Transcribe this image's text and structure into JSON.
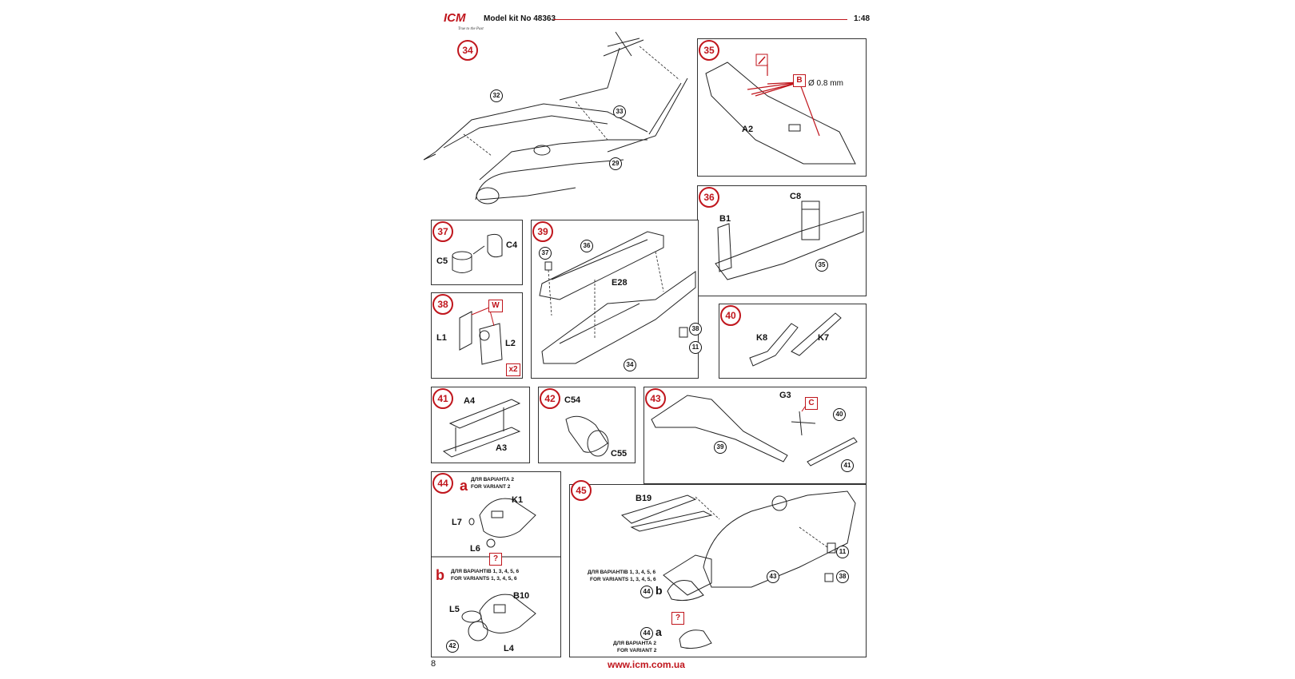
{
  "header": {
    "brand": "ICM",
    "tagline": "True to the Past",
    "kit": "Model kit No 48363",
    "scale": "1:48"
  },
  "steps": {
    "s34": {
      "num": "34",
      "refs": [
        "32",
        "33",
        "29"
      ]
    },
    "s35": {
      "num": "35",
      "part": "A2",
      "hole": "Ø 0.8 mm",
      "mark": "B"
    },
    "s36": {
      "num": "36",
      "parts": [
        "C8",
        "B1"
      ],
      "ref": "35"
    },
    "s37": {
      "num": "37",
      "parts": [
        "C4",
        "C5"
      ]
    },
    "s38": {
      "num": "38",
      "parts": [
        "L1",
        "L2"
      ],
      "paint": "W",
      "qty": "x2"
    },
    "s39": {
      "num": "39",
      "parts": [
        "E28"
      ],
      "refs": [
        "37",
        "36",
        "38",
        "11",
        "34"
      ]
    },
    "s40": {
      "num": "40",
      "parts": [
        "K8",
        "K7"
      ]
    },
    "s41": {
      "num": "41",
      "parts": [
        "A4",
        "A3"
      ]
    },
    "s42": {
      "num": "42",
      "parts": [
        "C54",
        "C55"
      ]
    },
    "s43": {
      "num": "43",
      "parts": [
        "G3"
      ],
      "paint": "C",
      "refs": [
        "40",
        "39",
        "41"
      ]
    },
    "s44": {
      "num": "44",
      "a_letter": "a",
      "a_ua": "ДЛЯ ВАРІАНТА 2",
      "a_en": "FOR VARIANT 2",
      "a_parts": [
        "K1",
        "L7",
        "L6"
      ],
      "b_letter": "b",
      "b_ua": "ДЛЯ ВАРІАНТІВ 1, 3, 4, 5, 6",
      "b_en": "FOR VARIANTS 1, 3, 4, 5, 6",
      "b_parts": [
        "B10",
        "L5",
        "L4"
      ],
      "b_ref": "42",
      "paint": "?"
    },
    "s45": {
      "num": "45",
      "parts": [
        "B19"
      ],
      "refs": [
        "11",
        "43",
        "38"
      ],
      "b_ua": "ДЛЯ ВАРІАНТІВ 1, 3, 4, 5, 6",
      "b_en": "FOR VARIANTS 1, 3, 4, 5, 6",
      "b_ref": "44",
      "b_letter": "b",
      "a_ref": "44",
      "a_letter": "a",
      "a_ua": "ДЛЯ ВАРІАНТА 2",
      "a_en": "FOR VARIANT 2",
      "paint": "?"
    }
  },
  "footer": {
    "page": "8",
    "url": "www.icm.com.ua"
  },
  "colors": {
    "accent": "#c0161d",
    "line": "#333333"
  }
}
